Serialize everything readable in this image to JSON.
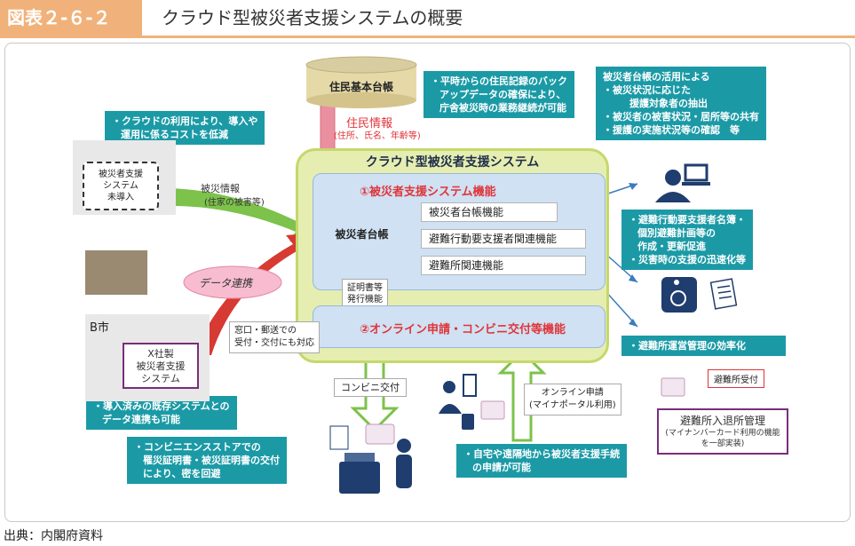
{
  "header": {
    "figure_tag": "図表２-６-２",
    "title": "クラウド型被災者支援システムの概要"
  },
  "source": "出典：内閣府資料",
  "resident_db": {
    "label": "住民基本台帳",
    "info_label": "住民情報",
    "info_detail": "(住所、氏名、年齢等)"
  },
  "cloud": {
    "title": "クラウド型被災者支援システム",
    "section1_title": "①被災者支援システム機能",
    "db_label": "被災者台帳",
    "functions": [
      "被災者台帳機能",
      "避難行動要支援者関連機能",
      "避難所関連機能"
    ],
    "cert_func": [
      "証明書等",
      "発行機能"
    ],
    "section2_title": "②オンライン申請・コンビニ交付等機能"
  },
  "callouts": {
    "cost": [
      "・クラウドの利用により、導入や",
      "運用に係るコストを低減"
    ],
    "backup": [
      "・平時からの住民記録のバック",
      "アップデータの確保により、",
      "庁舎被災時の業務継続が可能"
    ],
    "ledger_use": [
      "被災者台帳の活用による",
      "・被災状況に応じた",
      "援護対象者の抽出",
      "・被災者の被害状況・居所等の共有",
      "・援護の実施状況等の確認　等"
    ],
    "evac_support": [
      "・避難行動要支援者名簿・",
      "個別避難計画等の",
      "作成・更新促進",
      "・災害時の支援の迅速化等"
    ],
    "shelter": [
      "・避難所運営管理の効率化"
    ],
    "existing": [
      "・導入済みの既存システムとの",
      "データ連携も可能"
    ],
    "konbini_cert": [
      "・コンビニエンスストアでの",
      "罹災証明書・被災証明書の交付",
      "により、密を回避"
    ],
    "remote_apply": [
      "・自宅や遠隔地から被災者支援手続",
      "の申請が可能"
    ]
  },
  "left": {
    "not_introduced": [
      "被災者支援",
      "システム",
      "未導入"
    ],
    "disaster_info": "被災情報",
    "disaster_info_detail": "(住家の被害等)",
    "data_link": "データ連携",
    "city_label": "B市",
    "x_system": [
      "X社製",
      "被災者支援",
      "システム"
    ],
    "counter_note": [
      "窓口・郵送での",
      "受付・交付にも対応"
    ]
  },
  "bottom": {
    "konbini_issue": "コンビニ交付",
    "online_apply": [
      "オンライン申請",
      "(マイナポータル利用)"
    ]
  },
  "right": {
    "shelter_reception": "避難所受付",
    "shelter_mgmt_title": "避難所入退所管理",
    "shelter_mgmt_note": [
      "(マイナンバーカード利用の機能",
      "を一部実装)"
    ]
  },
  "colors": {
    "teal": "#1b9aa6",
    "header_orange": "#f0b27a",
    "accent_red": "#e0343a",
    "cloud_green": "#e5eeb0",
    "navy_icon": "#1f3d6e"
  }
}
